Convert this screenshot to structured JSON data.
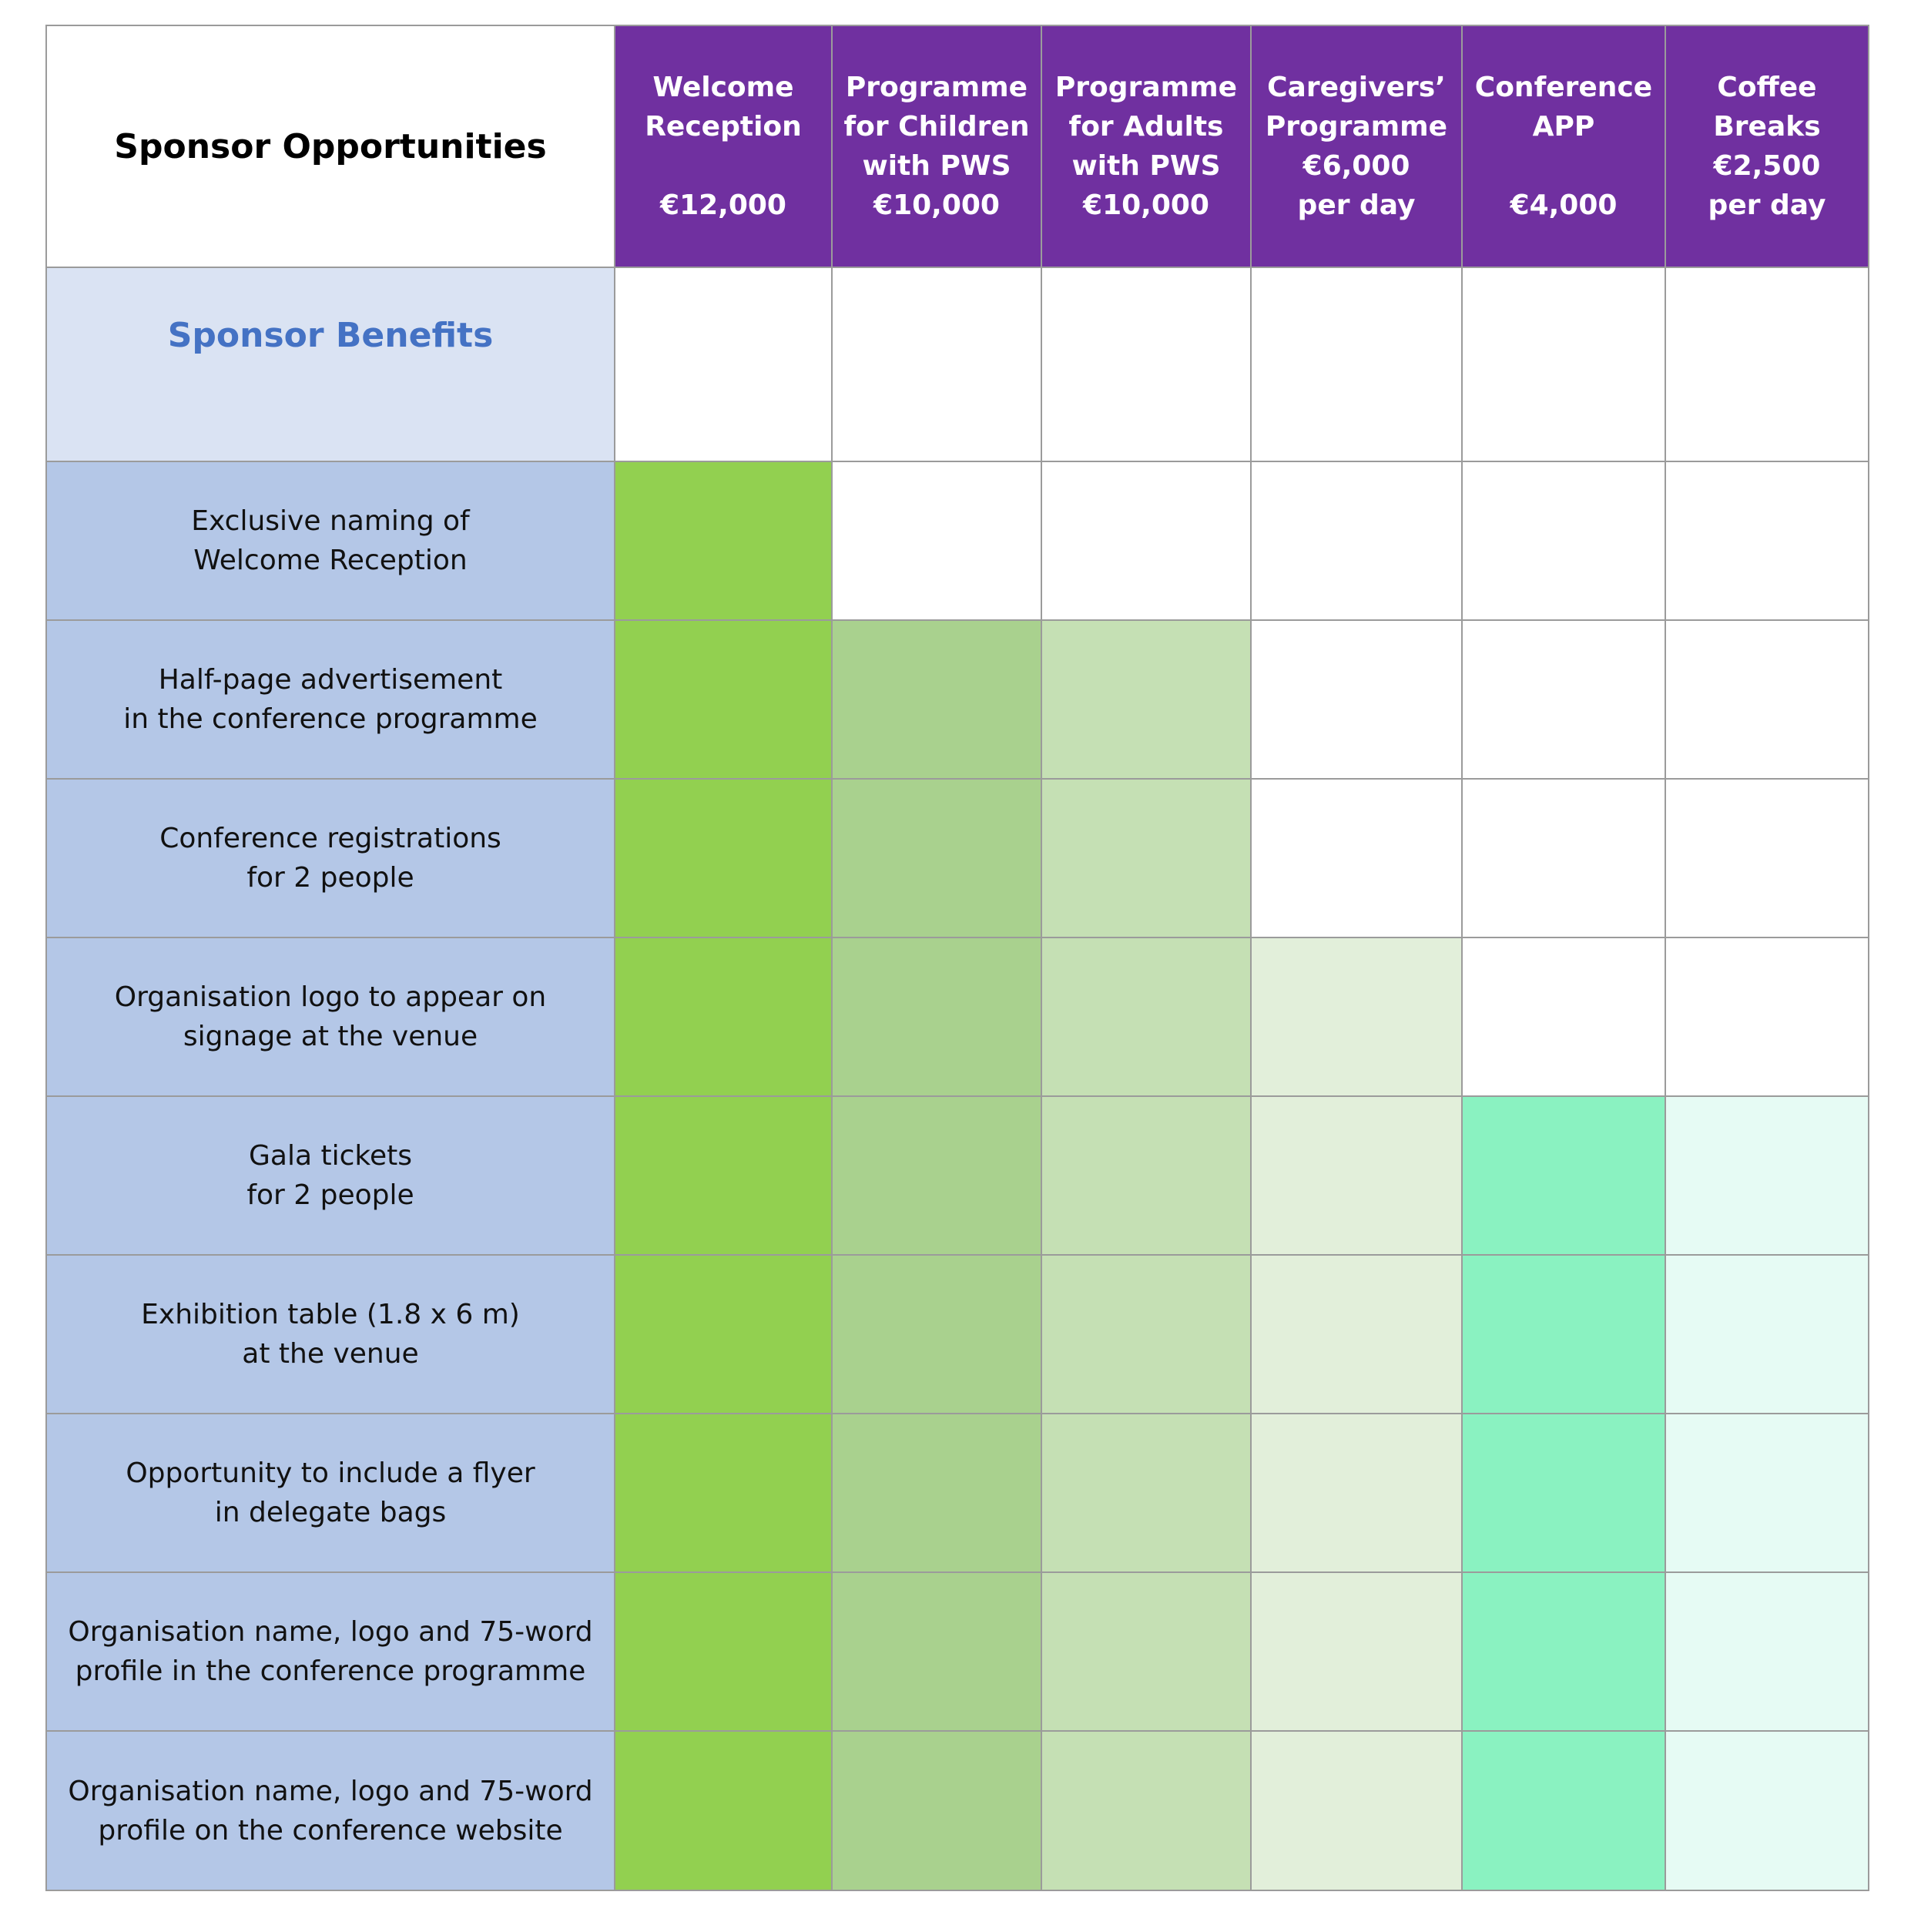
{
  "corner_title": "Sponsor Opportunities",
  "benefits_title": "Sponsor Benefits",
  "columns": [
    {
      "lines": [
        "Welcome",
        "Reception",
        "",
        "€12,000"
      ]
    },
    {
      "lines": [
        "Programme",
        "for Children",
        "with PWS",
        "€10,000"
      ]
    },
    {
      "lines": [
        "Programme",
        "for Adults",
        "with PWS",
        "€10,000"
      ]
    },
    {
      "lines": [
        "Caregivers’",
        "Programme",
        "€6,000",
        "per day"
      ]
    },
    {
      "lines": [
        "Conference",
        "APP",
        "",
        "€4,000"
      ]
    },
    {
      "lines": [
        "Coffee",
        "Breaks",
        "€2,500",
        "per day"
      ]
    }
  ],
  "colors": {
    "header_bg": "#7030a0",
    "benefits_label_bg": "#dae3f3",
    "benefits_label_text": "#4472c4",
    "row_label_bg": "#b4c7e7",
    "empty_cell": "#ffffff",
    "column_fill": [
      "#92d050",
      "#a9d18e",
      "#c5e0b4",
      "#e2efda",
      "#8af2c1",
      "#e6fbf4"
    ]
  },
  "rows": [
    {
      "lines": [
        "Exclusive naming of",
        "Welcome Reception"
      ],
      "included": [
        true,
        false,
        false,
        false,
        false,
        false
      ]
    },
    {
      "lines": [
        "Half-page advertisement",
        "in the conference programme"
      ],
      "included": [
        true,
        true,
        true,
        false,
        false,
        false
      ]
    },
    {
      "lines": [
        "Conference registrations",
        "for 2 people"
      ],
      "included": [
        true,
        true,
        true,
        false,
        false,
        false
      ]
    },
    {
      "lines": [
        "Organisation logo to appear on",
        "signage at the venue"
      ],
      "included": [
        true,
        true,
        true,
        true,
        false,
        false
      ]
    },
    {
      "lines": [
        "Gala tickets",
        "for 2 people"
      ],
      "included": [
        true,
        true,
        true,
        true,
        true,
        true
      ]
    },
    {
      "lines": [
        "Exhibition table (1.8 x 6 m)",
        "at the venue"
      ],
      "included": [
        true,
        true,
        true,
        true,
        true,
        true
      ]
    },
    {
      "lines": [
        "Opportunity to include a flyer",
        "in delegate bags"
      ],
      "included": [
        true,
        true,
        true,
        true,
        true,
        true
      ]
    },
    {
      "lines": [
        "Organisation name, logo and 75-word",
        "profile in the conference programme"
      ],
      "included": [
        true,
        true,
        true,
        true,
        true,
        true
      ]
    },
    {
      "lines": [
        "Organisation name, logo and 75-word",
        "profile on the conference website"
      ],
      "included": [
        true,
        true,
        true,
        true,
        true,
        true
      ]
    }
  ]
}
